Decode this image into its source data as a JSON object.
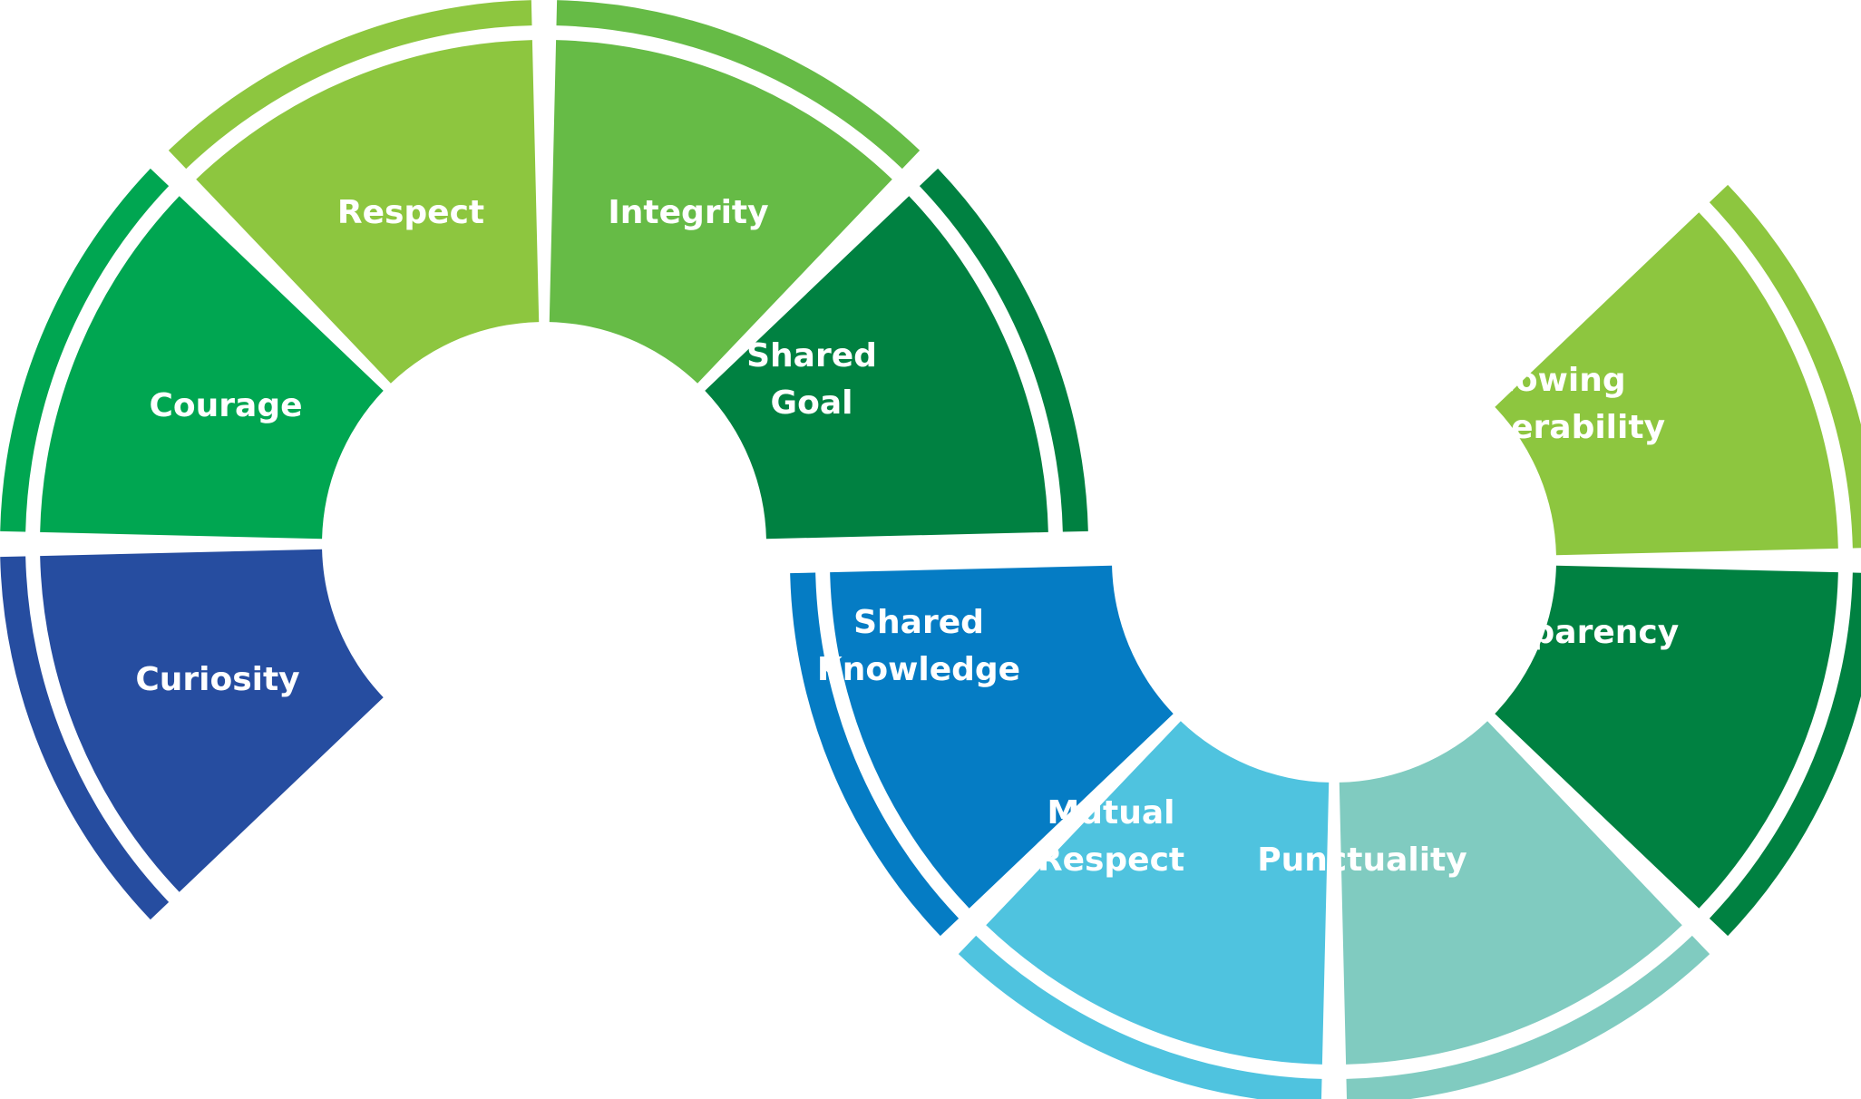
{
  "segments": [
    {
      "id": "curiosity",
      "lines": [
        "Curiosity"
      ],
      "color": "#264da0"
    },
    {
      "id": "courage",
      "lines": [
        "Courage"
      ],
      "color": "#00a651"
    },
    {
      "id": "respect",
      "lines": [
        "Respect"
      ],
      "color": "#8dc63f"
    },
    {
      "id": "integrity",
      "lines": [
        "Integrity"
      ],
      "color": "#66bb46"
    },
    {
      "id": "shared-goal",
      "lines": [
        "Shared",
        "Goal"
      ],
      "color": "#008141"
    },
    {
      "id": "shared-knowledge",
      "lines": [
        "Shared",
        "Knowledge"
      ],
      "color": "#057cc4"
    },
    {
      "id": "mutual-respect",
      "lines": [
        "Mutual",
        "Respect"
      ],
      "color": "#4fc3df"
    },
    {
      "id": "punctuality",
      "lines": [
        "Punctuality"
      ],
      "color": "#80cbc0"
    },
    {
      "id": "transparency",
      "lines": [
        "Transparency"
      ],
      "color": "#008141"
    },
    {
      "id": "showing-vulnerability",
      "lines": [
        "Showing",
        "Vulnerability"
      ],
      "color": "#8dc63f"
    }
  ]
}
